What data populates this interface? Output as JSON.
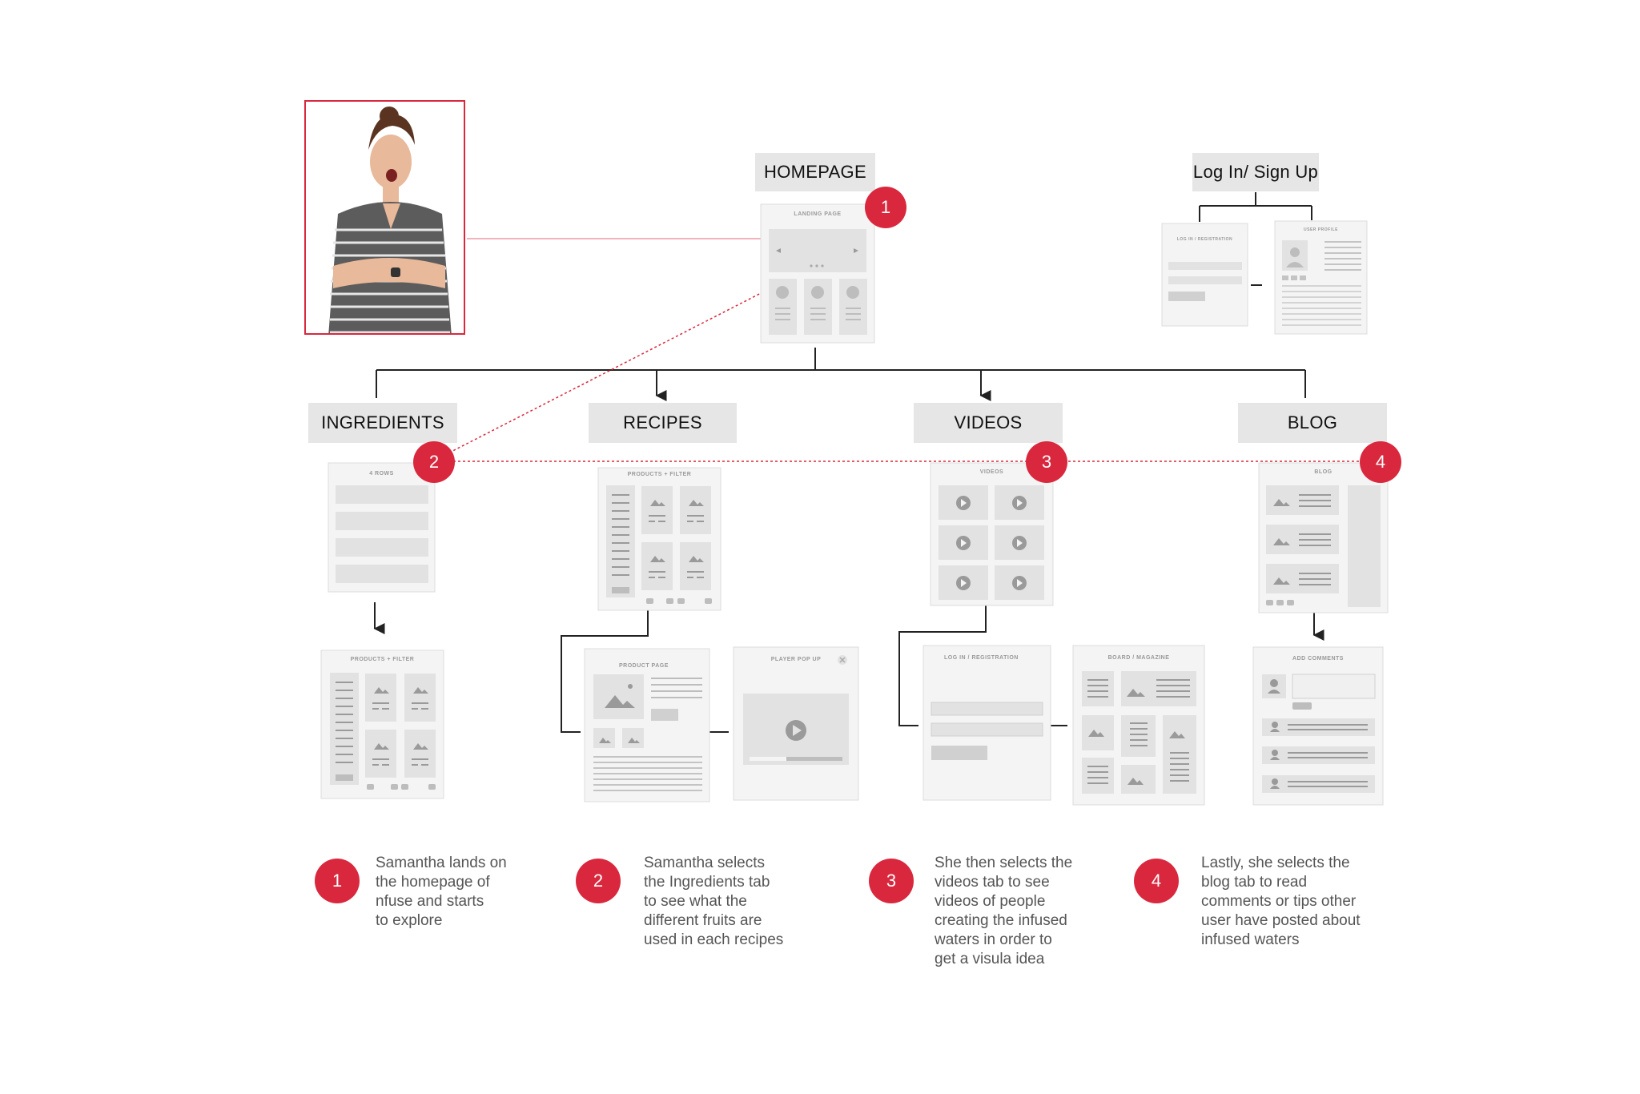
{
  "nodes": {
    "homepage": "HOMEPAGE",
    "login": "Log In/ Sign Up",
    "ingredients": "INGREDIENTS",
    "recipes": "RECIPES",
    "videos": "VIDEOS",
    "blog": "BLOG"
  },
  "wireframes": {
    "landing": "LANDING PAGE",
    "login_reg_small": "LOG IN / REGISTRATION",
    "user_profile": "USER PROFILE",
    "rows": "4 ROWS",
    "products_filter_a": "PRODUCTS + FILTER",
    "videos": "VIDEOS",
    "blog": "BLOG",
    "products_filter_b": "PRODUCTS + FILTER",
    "product_page": "PRODUCT PAGE",
    "player_popup": "PLAYER POP UP",
    "login_reg": "LOG IN / REGISTRATION",
    "board": "BOARD / MAGAZINE",
    "add_comments": "ADD COMMENTS"
  },
  "markers": [
    "1",
    "2",
    "3",
    "4"
  ],
  "steps": [
    {
      "num": "1",
      "text": "Samantha lands on\nthe homepage of\nnfuse and starts\nto explore"
    },
    {
      "num": "2",
      "text": "Samantha selects\nthe Ingredients tab\nto see what the\ndifferent fruits are\nused in each recipes"
    },
    {
      "num": "3",
      "text": "She then selects the\nvideos tab to see\nvideos of people\ncreating the infused\nwaters in order to\nget a visula idea"
    },
    {
      "num": "4",
      "text": "Lastly, she selects the\nblog tab to read\ncomments or tips other\nuser have posted about\ninfused waters"
    }
  ],
  "colors": {
    "accent": "#d9283e",
    "label_bg": "#e6e6e6",
    "wire_fill": "#e2e2e2",
    "wire_border": "#dcdcdc"
  }
}
